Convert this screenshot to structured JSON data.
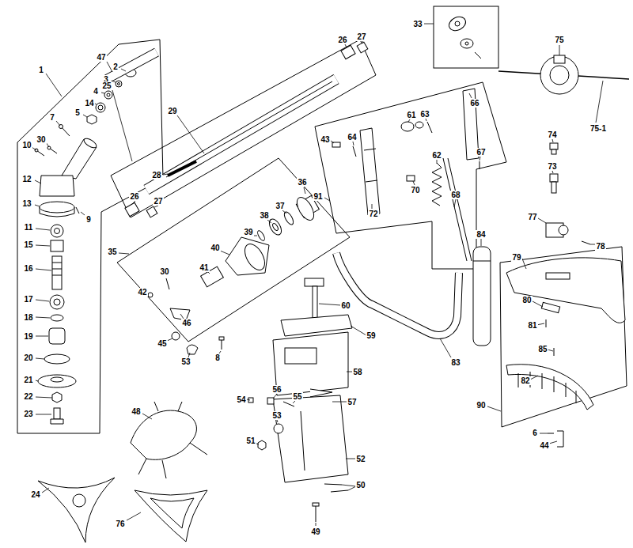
{
  "diagram": {
    "labels": [
      "1",
      "2",
      "3",
      "4",
      "14",
      "5",
      "7",
      "30",
      "10",
      "12",
      "13",
      "9",
      "11",
      "15",
      "16",
      "17",
      "18",
      "19",
      "20",
      "21",
      "22",
      "23",
      "47",
      "25",
      "29",
      "26",
      "27",
      "28",
      "26",
      "27",
      "33",
      "75",
      "75-1",
      "74",
      "73",
      "43",
      "64",
      "61",
      "63",
      "66",
      "62",
      "67",
      "70",
      "72",
      "91",
      "68",
      "36",
      "37",
      "38",
      "39",
      "40",
      "41",
      "30",
      "42",
      "46",
      "45",
      "35",
      "53",
      "8",
      "84",
      "83",
      "60",
      "59",
      "58",
      "57",
      "56",
      "55",
      "54",
      "53",
      "51",
      "52",
      "50",
      "49",
      "77",
      "78",
      "79",
      "80",
      "81",
      "85",
      "82",
      "90",
      "6",
      "44",
      "48",
      "24",
      "76"
    ]
  }
}
